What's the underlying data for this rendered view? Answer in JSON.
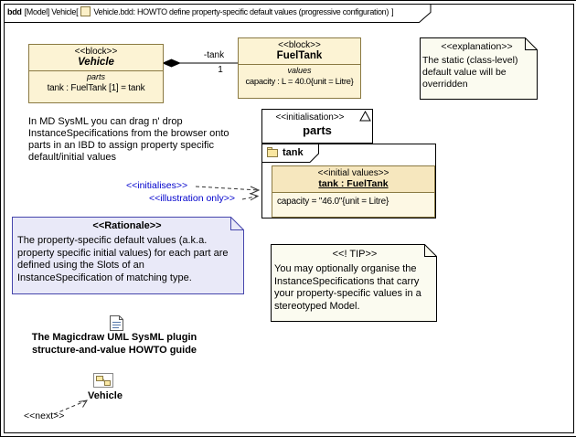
{
  "colors": {
    "block_fill": "#FCF3D4",
    "block_border": "#8A7942",
    "instance_header_fill": "#F6E7BE",
    "rationale_fill": "#E9E9F8",
    "rationale_border": "#4646AC",
    "note_fill": "#FBFBF0",
    "dependency_text_blue": "#0000CC",
    "icon_yellow": "#F9E6A0"
  },
  "frame": {
    "keyword": "bdd",
    "context": "[Model] Vehicle[",
    "title": "Vehicle.bdd: HOWTO define property-specific default values (progressive configuration)",
    "close": "]"
  },
  "vehicle_block": {
    "stereotype": "<<block>>",
    "name": "Vehicle",
    "compartment": "parts",
    "property": "tank : FuelTank [1] = tank"
  },
  "fueltank_block": {
    "stereotype": "<<block>>",
    "name": "FuelTank",
    "compartment": "values",
    "property": "capacity : L = 40.0{unit = Litre}"
  },
  "association": {
    "role": "-tank",
    "multiplicity": "1"
  },
  "explanation_note": {
    "stereotype": "<<explanation>>",
    "body": "The static (class-level) default value will be overridden"
  },
  "annotation_text": "In MD SysML you can drag n' drop InstanceSpecifications from the browser onto parts in an IBD to assign property specific default/initial values",
  "initialisation_box": {
    "stereotype": "<<initialisation>>",
    "name": "parts"
  },
  "tank_frame": {
    "label": "tank"
  },
  "instance_spec": {
    "stereotype": "<<initial values>>",
    "name": "tank : FuelTank",
    "slot": "capacity = \"46.0\"{unit = Litre}"
  },
  "dependency_labels": {
    "initialises": "<<initialises>>",
    "illustration": "<<illustration only>>"
  },
  "rationale_note": {
    "stereotype": "<<Rationale>>",
    "body": "The property-specific default values (a.k.a. property specific initial values) for each part are defined using the Slots of an InstanceSpecification of matching type."
  },
  "tip_note": {
    "stereotype": "<<! TIP>>",
    "body": "You may optionally organise the InstanceSpecifications that carry your property-specific values in a stereotyped Model."
  },
  "guide": {
    "caption_line1": "The Magicdraw UML SysML plugin",
    "caption_line2": "structure-and-value HOWTO guide"
  },
  "vehicle_item": {
    "label": "Vehicle"
  },
  "next_label": "<<next>>"
}
